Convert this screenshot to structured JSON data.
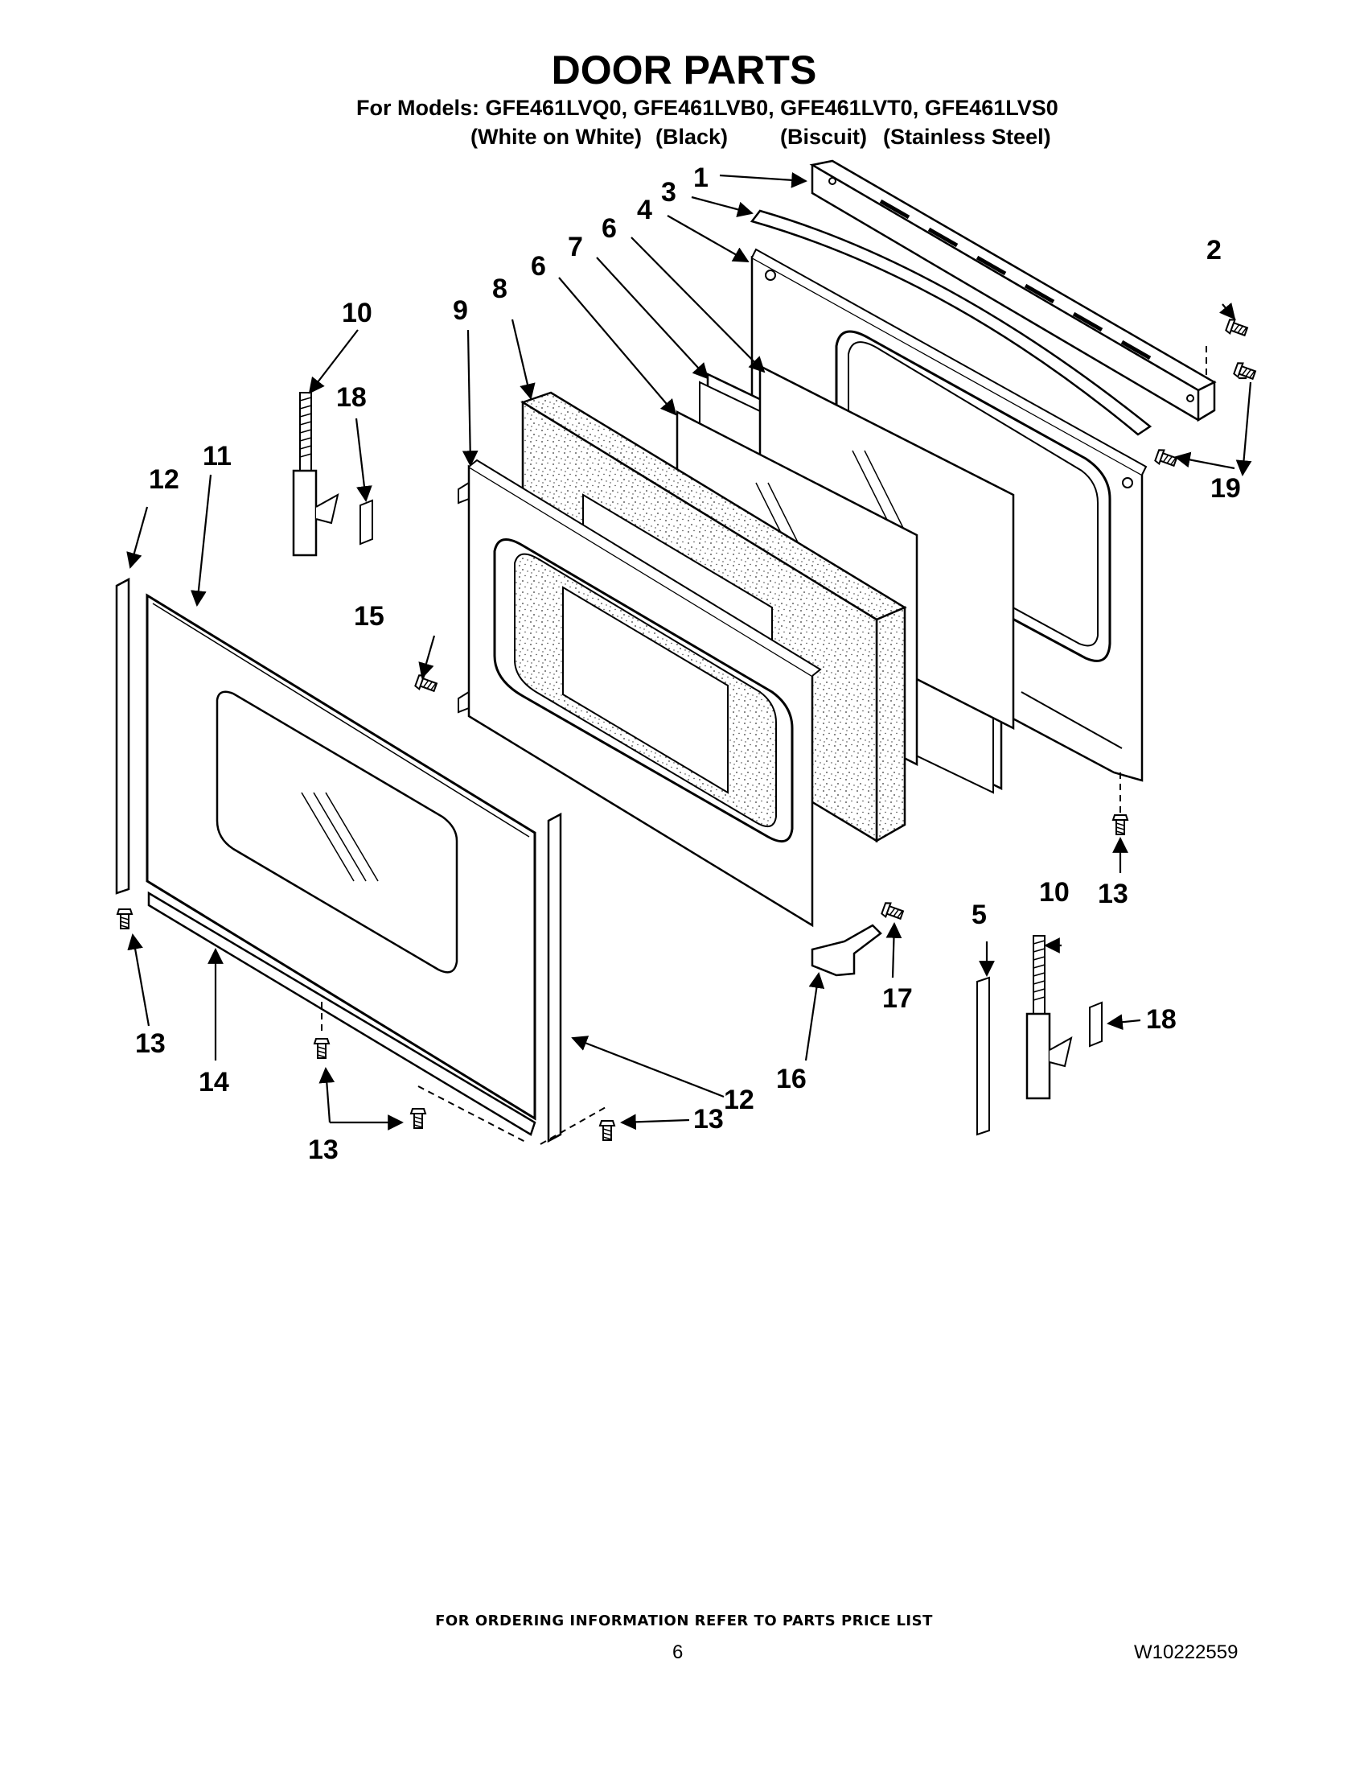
{
  "header": {
    "title": "DOOR PARTS",
    "models_line": "For Models: GFE461LVQ0, GFE461LVB0, GFE461LVT0, GFE461LVS0",
    "colors": [
      "(White on White)",
      "(Black)",
      "(Biscuit)",
      "(Stainless Steel)"
    ]
  },
  "callouts": [
    {
      "id": "c1",
      "label": "1"
    },
    {
      "id": "c2",
      "label": "2"
    },
    {
      "id": "c3",
      "label": "3"
    },
    {
      "id": "c4",
      "label": "4"
    },
    {
      "id": "c5",
      "label": "5"
    },
    {
      "id": "c6a",
      "label": "6"
    },
    {
      "id": "c6b",
      "label": "6"
    },
    {
      "id": "c7",
      "label": "7"
    },
    {
      "id": "c8",
      "label": "8"
    },
    {
      "id": "c9",
      "label": "9"
    },
    {
      "id": "c10a",
      "label": "10"
    },
    {
      "id": "c10b",
      "label": "10"
    },
    {
      "id": "c11",
      "label": "11"
    },
    {
      "id": "c12a",
      "label": "12"
    },
    {
      "id": "c12b",
      "label": "12"
    },
    {
      "id": "c13a",
      "label": "13"
    },
    {
      "id": "c13b",
      "label": "13"
    },
    {
      "id": "c13c",
      "label": "13"
    },
    {
      "id": "c13d",
      "label": "13"
    },
    {
      "id": "c14",
      "label": "14"
    },
    {
      "id": "c15",
      "label": "15"
    },
    {
      "id": "c16",
      "label": "16"
    },
    {
      "id": "c17",
      "label": "17"
    },
    {
      "id": "c18a",
      "label": "18"
    },
    {
      "id": "c18b",
      "label": "18"
    },
    {
      "id": "c19",
      "label": "19"
    }
  ],
  "footer": {
    "note": "FOR ORDERING INFORMATION REFER TO PARTS PRICE LIST",
    "page_number": "6",
    "doc_number": "W10222559"
  }
}
